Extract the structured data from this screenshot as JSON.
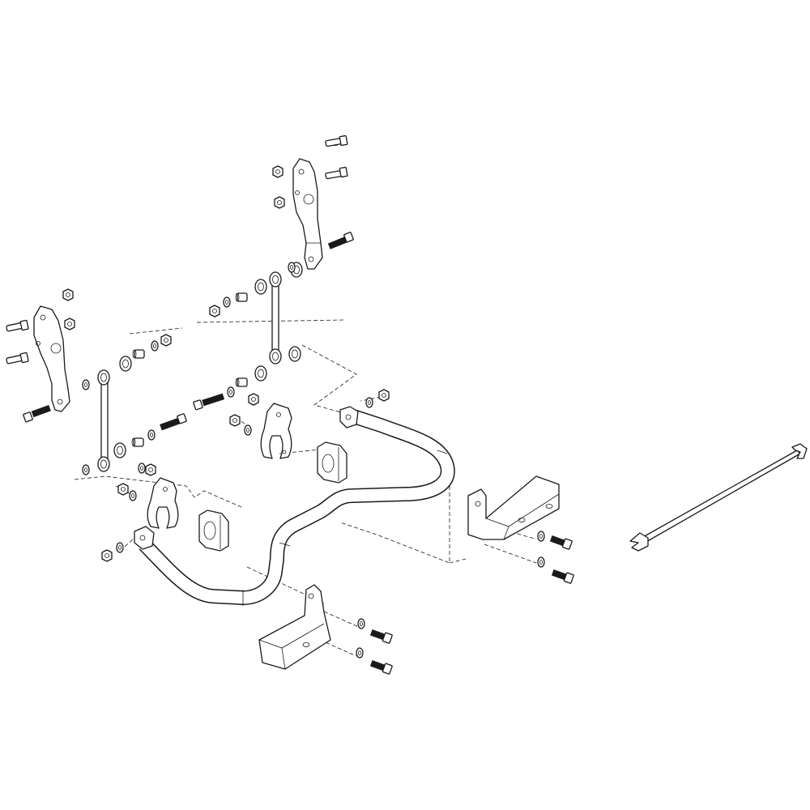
{
  "diagram": {
    "kind": "exploded-assembly-line-drawing",
    "colors": {
      "line": "#1a1a1a",
      "background": "#ffffff"
    },
    "parts": [
      "upper-bracket-left",
      "upper-bracket-right",
      "end-link-left",
      "end-link-right",
      "sway-bar",
      "frame-bracket-left",
      "frame-bracket-right",
      "bushing-clamp-left",
      "bushing-clamp-right",
      "bushing-left",
      "bushing-right",
      "install-tool"
    ]
  }
}
